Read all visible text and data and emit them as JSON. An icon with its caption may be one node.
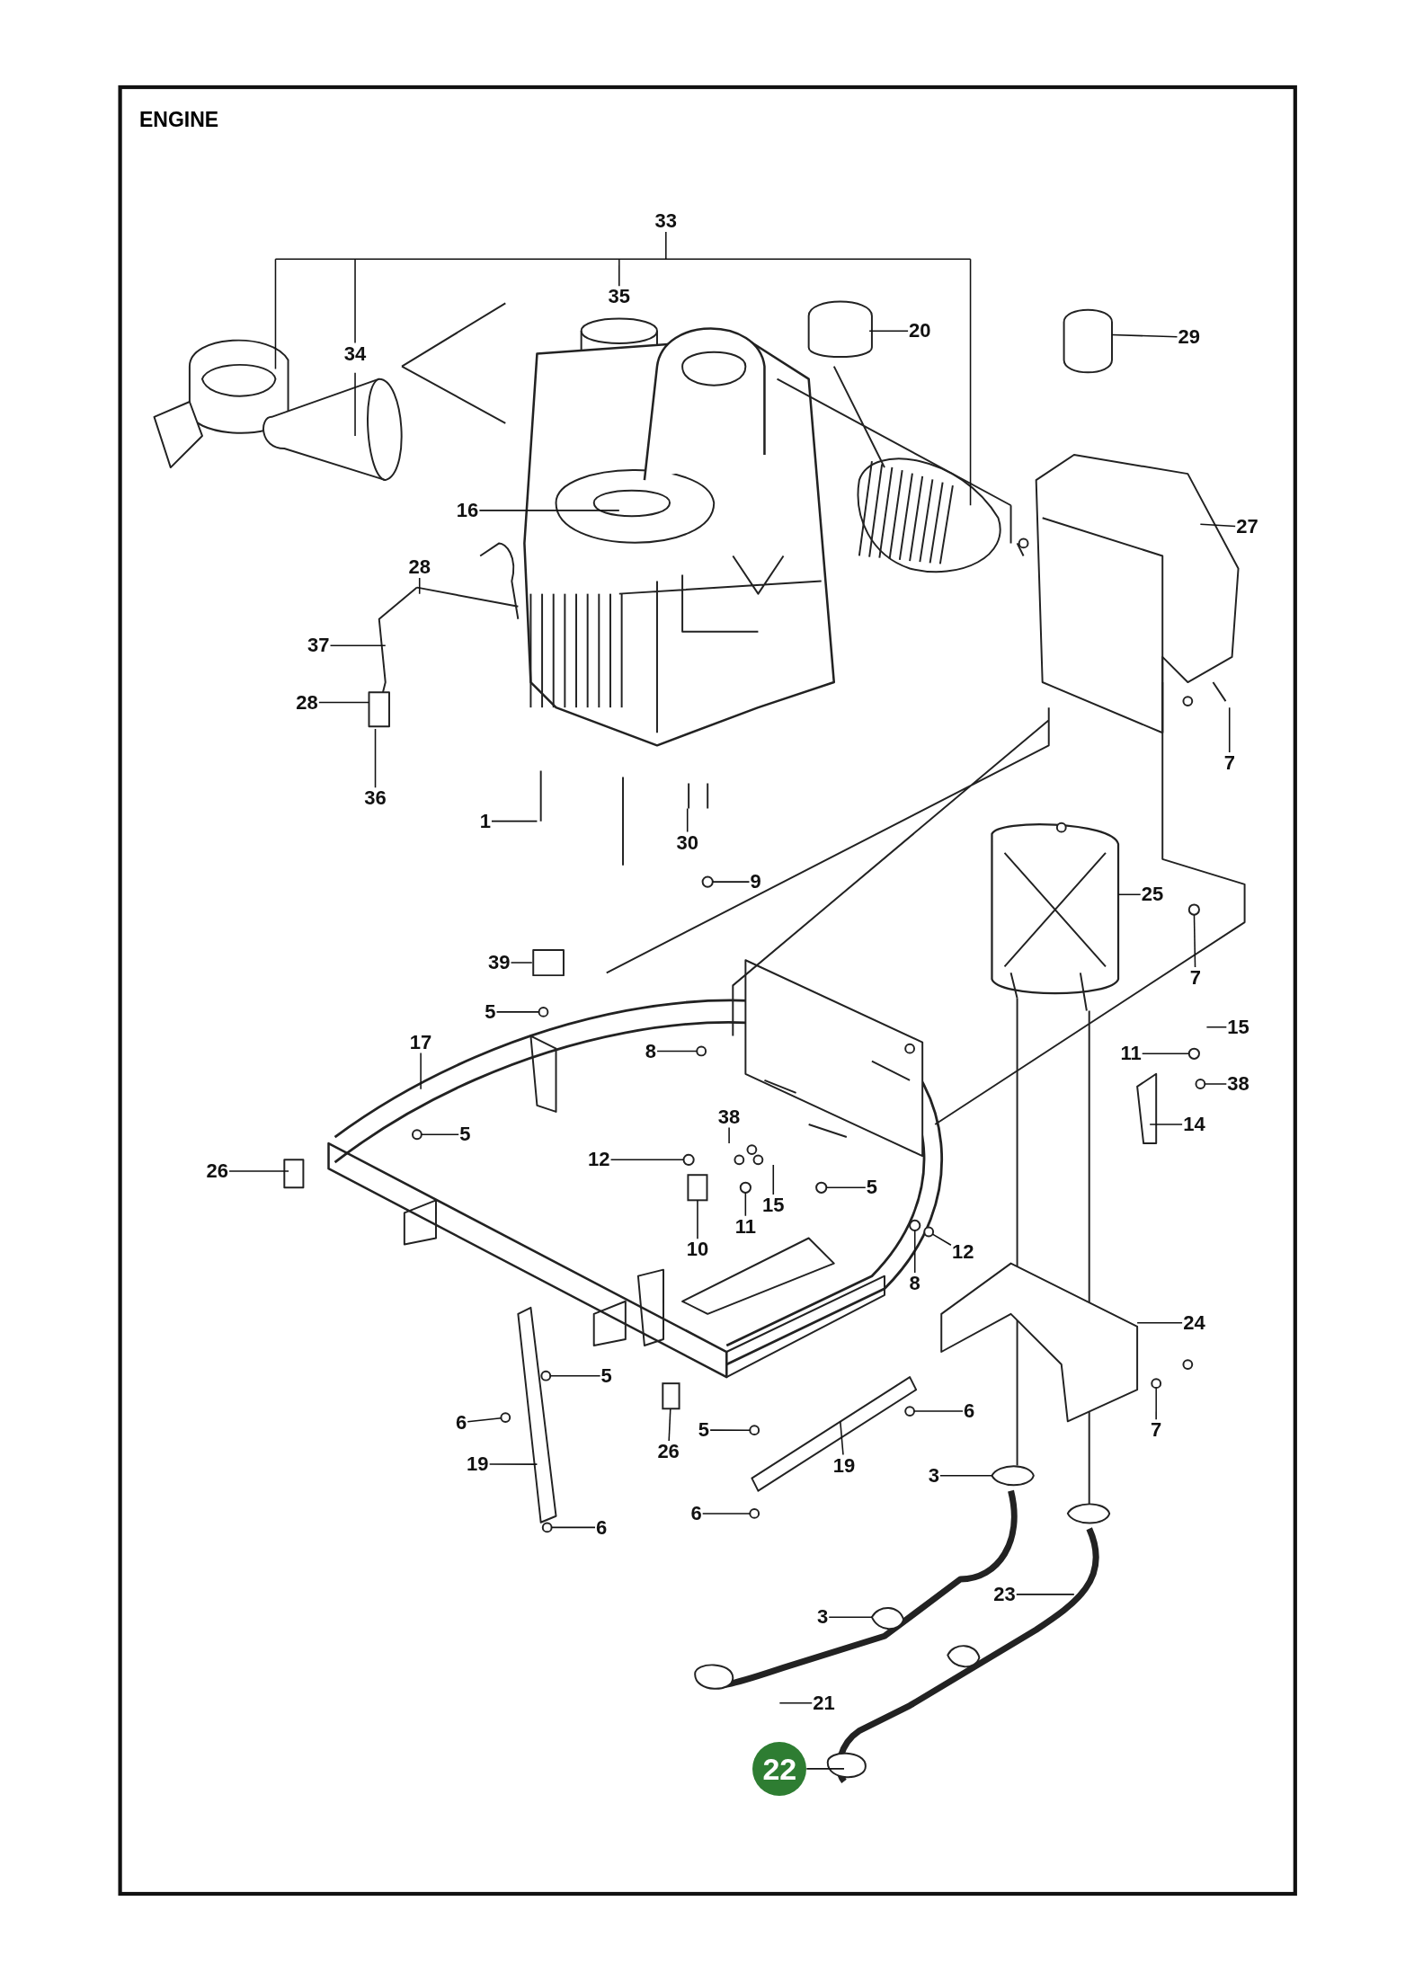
{
  "diagram": {
    "title": "ENGINE",
    "nodes": [
      {
        "text": [
          "33"
        ]
      },
      {
        "text": [
          "35"
        ]
      },
      {
        "text": [
          "34"
        ]
      },
      {
        "text": [
          "20"
        ]
      },
      {
        "text": [
          "29"
        ]
      },
      {
        "text": [
          "16"
        ]
      },
      {
        "text": [
          "27"
        ]
      },
      {
        "text": [
          "28"
        ]
      },
      {
        "text": [
          "37"
        ]
      },
      {
        "text": [
          "28"
        ]
      },
      {
        "text": [
          "36"
        ]
      },
      {
        "text": [
          "1"
        ]
      },
      {
        "text": [
          "30"
        ]
      },
      {
        "text": [
          "7"
        ]
      },
      {
        "text": [
          "9"
        ]
      },
      {
        "text": [
          "25"
        ]
      },
      {
        "text": [
          "39"
        ]
      },
      {
        "text": [
          "7"
        ]
      },
      {
        "text": [
          "5"
        ]
      },
      {
        "text": [
          "17"
        ]
      },
      {
        "text": [
          "15"
        ]
      },
      {
        "text": [
          "8"
        ]
      },
      {
        "text": [
          "11"
        ]
      },
      {
        "text": [
          "38"
        ]
      },
      {
        "text": [
          "38"
        ]
      },
      {
        "text": [
          "14"
        ]
      },
      {
        "text": [
          "5"
        ]
      },
      {
        "text": [
          "26"
        ]
      },
      {
        "text": [
          "12"
        ]
      },
      {
        "text": [
          "5"
        ]
      },
      {
        "text": [
          "15"
        ]
      },
      {
        "text": [
          "11"
        ]
      },
      {
        "text": [
          "10"
        ]
      },
      {
        "text": [
          "12"
        ]
      },
      {
        "text": [
          "8"
        ]
      },
      {
        "text": [
          "24"
        ]
      },
      {
        "text": [
          "5"
        ]
      },
      {
        "text": [
          "6"
        ]
      },
      {
        "text": [
          "6"
        ]
      },
      {
        "text": [
          "7"
        ]
      },
      {
        "text": [
          "5"
        ]
      },
      {
        "text": [
          "26"
        ]
      },
      {
        "text": [
          "19"
        ]
      },
      {
        "text": [
          "19"
        ]
      },
      {
        "text": [
          "3"
        ]
      },
      {
        "text": [
          "6"
        ]
      },
      {
        "text": [
          "6"
        ]
      },
      {
        "text": [
          "23"
        ]
      },
      {
        "text": [
          "3"
        ]
      },
      {
        "text": [
          "21"
        ]
      },
      {
        "text": [
          "22"
        ]
      },
      {
        "text": [],
        "shape": "circle"
      },
      {
        "text": [],
        "shape": "circle"
      },
      {
        "text": [],
        "shape": "circle"
      },
      {
        "text": [],
        "shape": "circle"
      },
      {
        "text": [],
        "shape": "circle"
      },
      {
        "text": [],
        "shape": "circle"
      },
      {
        "text": [],
        "shape": "box"
      },
      {
        "text": [],
        "shape": "circle"
      },
      {
        "text": [],
        "shape": "box"
      }
    ],
    "edges": [
      {
        "from": 0,
        "to": null,
        "arrow": "none"
      },
      {
        "from": 1,
        "to": null,
        "arrow": "none"
      },
      {
        "from": 2,
        "to": null,
        "arrow": "none"
      },
      {
        "from": 3,
        "to": null,
        "arrow": "none"
      },
      {
        "from": 4,
        "to": null,
        "arrow": "none"
      },
      {
        "from": 5,
        "to": null,
        "arrow": "none"
      },
      {
        "from": 6,
        "to": null,
        "arrow": "none"
      },
      {
        "from": 7,
        "to": null,
        "arrow": "none"
      },
      {
        "from": 8,
        "to": null,
        "arrow": "none"
      },
      {
        "from": 9,
        "to": null,
        "arrow": "none"
      },
      {
        "from": 10,
        "to": null,
        "arrow": "none"
      },
      {
        "from": 11,
        "to": null,
        "arrow": "none"
      },
      {
        "from": 12,
        "to": null,
        "arrow": "none"
      },
      {
        "from": 13,
        "to": null,
        "arrow": "none"
      },
      {
        "from": 14,
        "to": 51,
        "arrow": "none"
      },
      {
        "from": 15,
        "to": null,
        "arrow": "none"
      },
      {
        "from": 16,
        "to": null,
        "arrow": "none"
      },
      {
        "from": 17,
        "to": 52,
        "arrow": "none"
      },
      {
        "from": 18,
        "to": null,
        "arrow": "none"
      },
      {
        "from": 19,
        "to": null,
        "arrow": "none"
      },
      {
        "from": 20,
        "to": null,
        "arrow": "none"
      },
      {
        "from": 21,
        "to": null,
        "arrow": "none"
      },
      {
        "from": 22,
        "to": 53,
        "arrow": "none"
      },
      {
        "from": 23,
        "to": null,
        "arrow": "none"
      },
      {
        "from": 24,
        "to": null,
        "arrow": "none"
      },
      {
        "from": 25,
        "to": null,
        "arrow": "none"
      },
      {
        "from": 26,
        "to": null,
        "arrow": "none"
      },
      {
        "from": 27,
        "to": null,
        "arrow": "none"
      },
      {
        "from": 28,
        "to": 54,
        "arrow": "none"
      },
      {
        "from": 29,
        "to": 55,
        "arrow": "none"
      },
      {
        "from": 30,
        "to": null,
        "arrow": "none"
      },
      {
        "from": 31,
        "to": 56,
        "arrow": "none"
      },
      {
        "from": 32,
        "to": 57,
        "arrow": "none"
      },
      {
        "from": 33,
        "to": null,
        "arrow": "none"
      },
      {
        "from": 34,
        "to": 58,
        "arrow": "none"
      },
      {
        "from": 35,
        "to": null,
        "arrow": "none"
      },
      {
        "from": 36,
        "to": null,
        "arrow": "none"
      },
      {
        "from": 37,
        "to": null,
        "arrow": "none"
      },
      {
        "from": 38,
        "to": null,
        "arrow": "none"
      },
      {
        "from": 39,
        "to": null,
        "arrow": "none"
      },
      {
        "from": 40,
        "to": null,
        "arrow": "none"
      },
      {
        "from": 41,
        "to": 59,
        "arrow": "none"
      },
      {
        "from": 42,
        "to": null,
        "arrow": "none"
      },
      {
        "from": 43,
        "to": null,
        "arrow": "none"
      },
      {
        "from": 44,
        "to": null,
        "arrow": "none"
      },
      {
        "from": 45,
        "to": null,
        "arrow": "none"
      },
      {
        "from": 46,
        "to": null,
        "arrow": "none"
      },
      {
        "from": 47,
        "to": null,
        "arrow": "none"
      },
      {
        "from": 48,
        "to": null,
        "arrow": "none"
      },
      {
        "from": 49,
        "to": null,
        "arrow": "none"
      },
      {
        "from": 50,
        "to": null,
        "arrow": "none"
      }
    ]
  }
}
